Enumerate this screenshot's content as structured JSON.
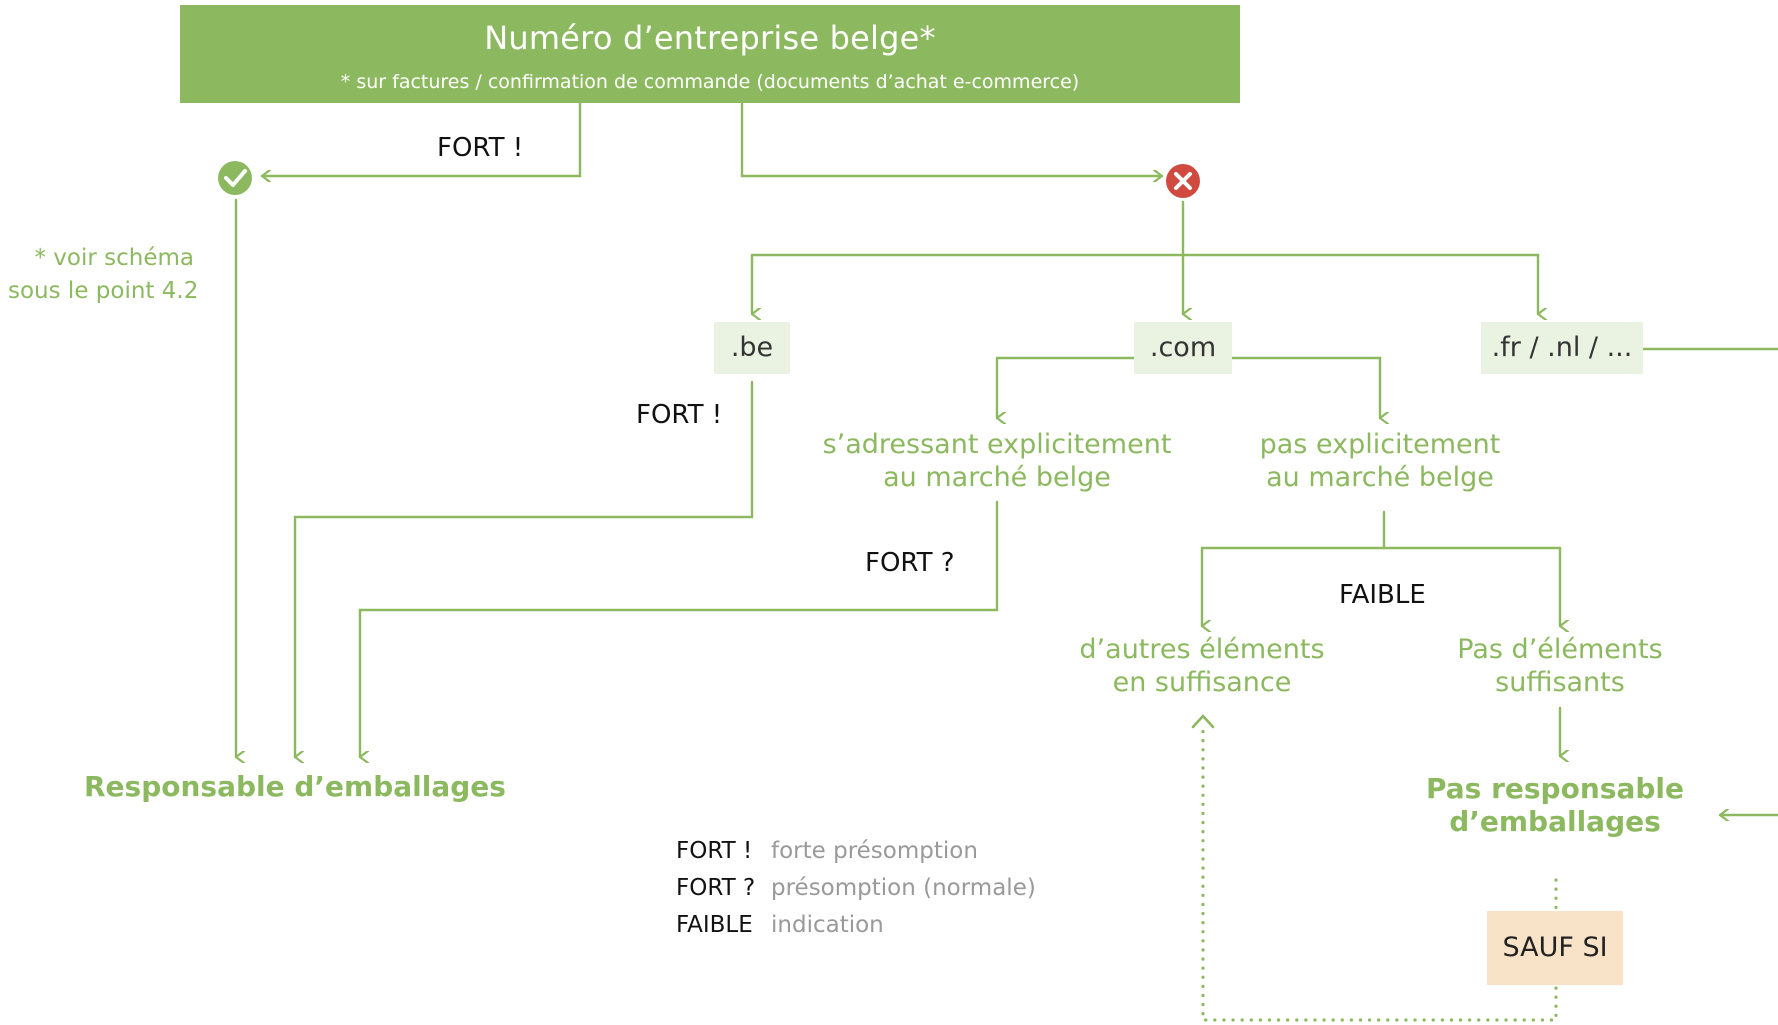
{
  "header": {
    "title": "Numéro d’entreprise belge*",
    "subtitle": "* sur factures / confirmation de commande (documents d’achat e-commerce)"
  },
  "labels": {
    "fort_left": "FORT !",
    "fort_be": "FORT !",
    "fort_question": "FORT ?",
    "faible": "FAIBLE"
  },
  "note": {
    "line1": "* voir schéma",
    "line2": "sous le point 4.2"
  },
  "domains": {
    "be": ".be",
    "com": ".com",
    "other": ".fr / .nl / ..."
  },
  "branches": {
    "explicit_line1": "s’adressant explicitement",
    "explicit_line2": "au marché belge",
    "not_explicit_line1": "pas explicitement",
    "not_explicit_line2": "au marché belge",
    "other_elements_line1": "d’autres éléments",
    "other_elements_line2": "en suffisance",
    "no_elements_line1": "Pas d’éléments",
    "no_elements_line2": "suffisants"
  },
  "results": {
    "responsible": "Responsable d’emballages",
    "not_responsible_line1": "Pas responsable",
    "not_responsible_line2": "d’emballages"
  },
  "exception": "SAUF SI",
  "legend": [
    {
      "key": "FORT !",
      "value": "forte présomption"
    },
    {
      "key": "FORT ?",
      "value": "présomption (normale)"
    },
    {
      "key": "FAIBLE",
      "value": "indication"
    }
  ],
  "icons": {
    "yes": "check-circle-icon",
    "no": "cross-circle-icon"
  },
  "colors": {
    "accent_green": "#8cb95f",
    "error_red": "#d04a3f",
    "tag_background": "#eaf2e2",
    "exception_background": "#f8e3c8"
  }
}
